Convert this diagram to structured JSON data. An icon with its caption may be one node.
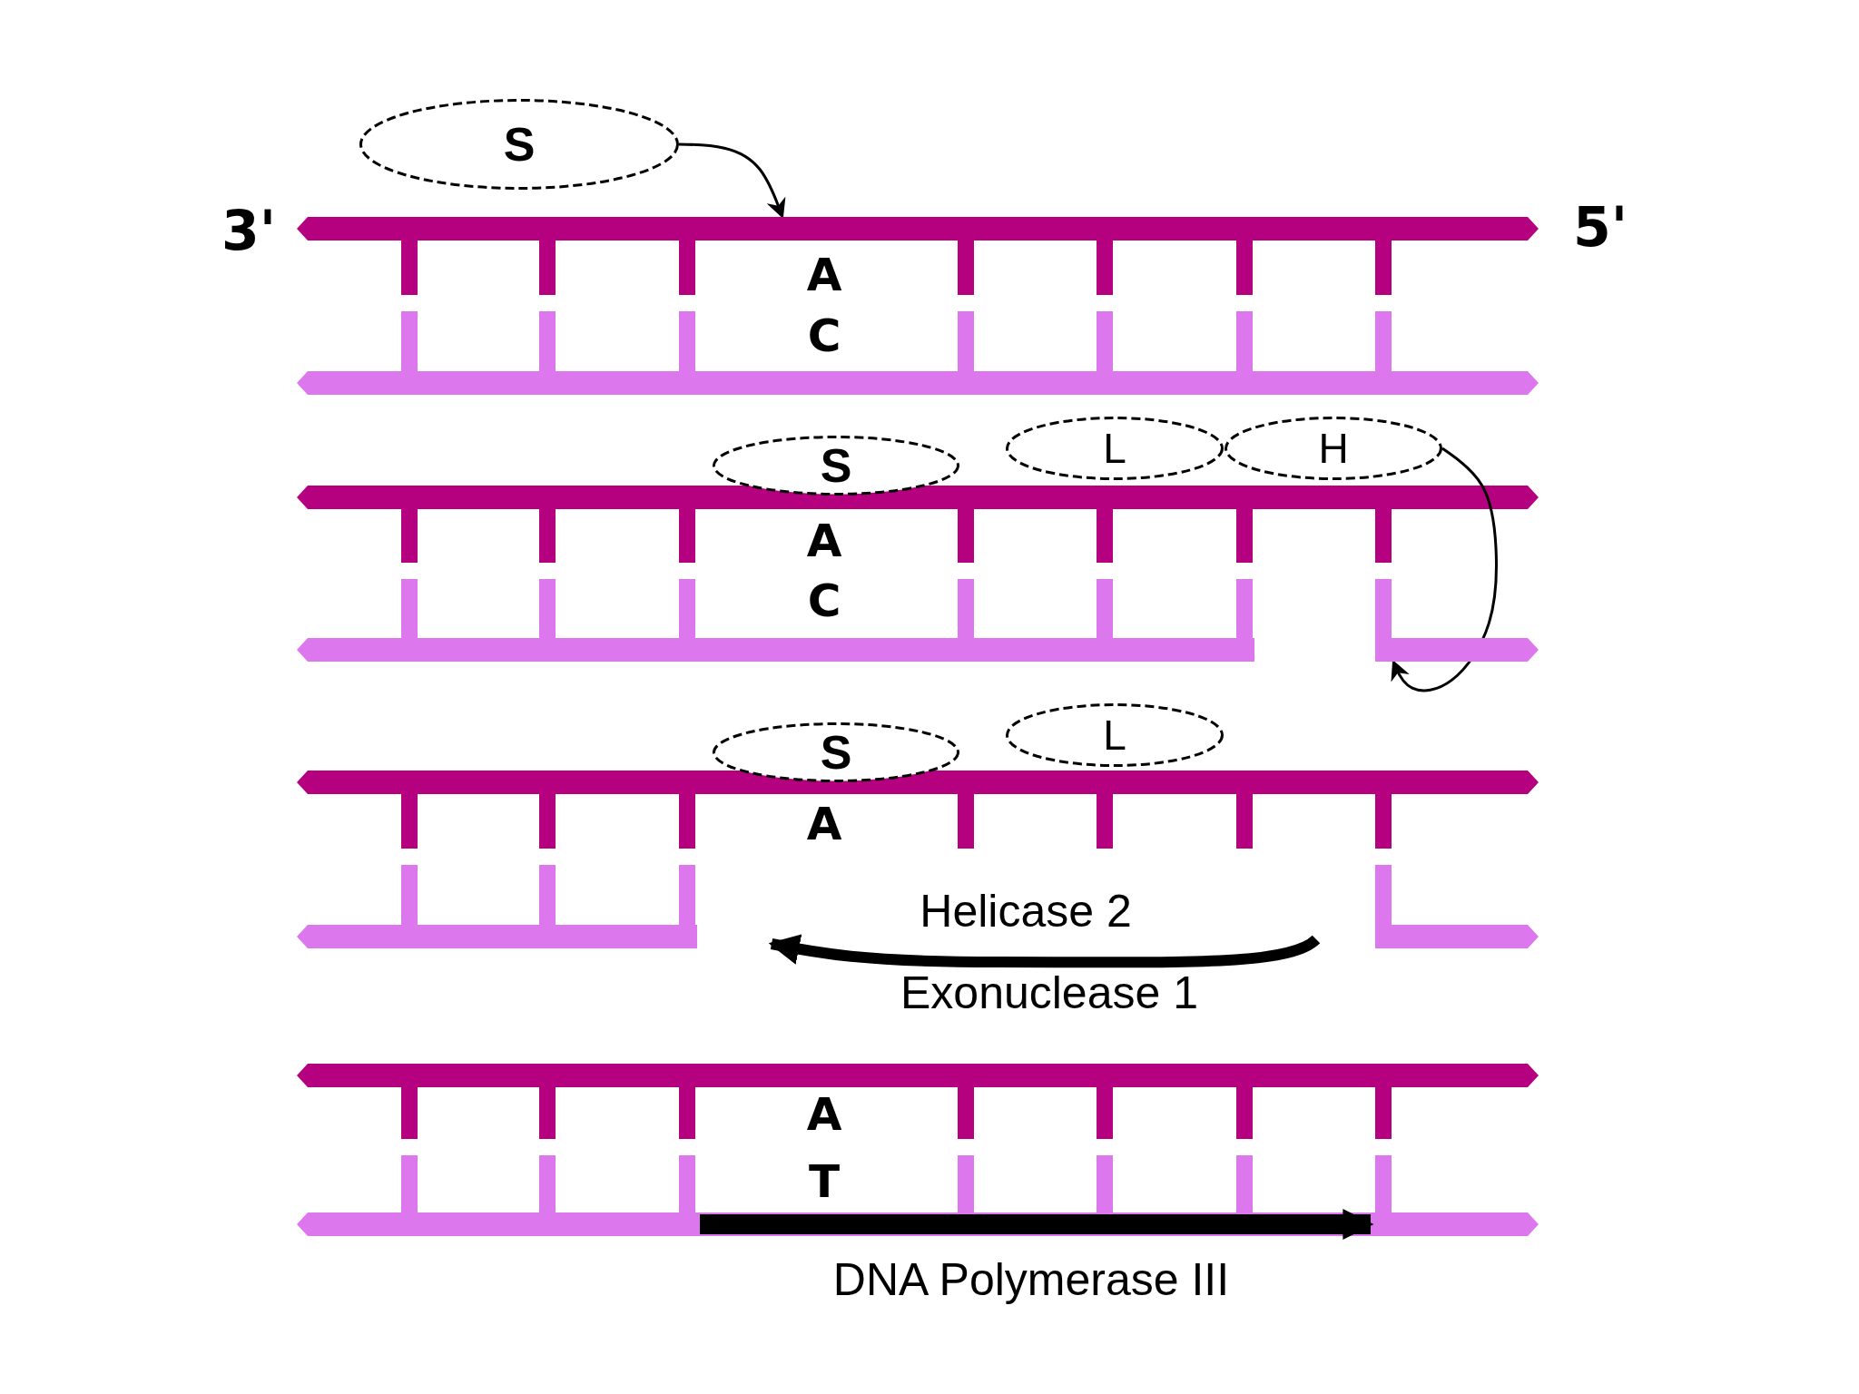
{
  "diagram": {
    "nodes": [
      {
        "text": [
          "S"
        ]
      },
      {
        "text": [
          "S"
        ]
      },
      {
        "text": [
          "L"
        ]
      },
      {
        "text": [
          "H"
        ]
      },
      {
        "text": [
          "S"
        ]
      },
      {
        "text": [
          "L"
        ]
      },
      {
        "text": [],
        "shape": "bar"
      },
      {
        "text": [],
        "shape": "bar"
      }
    ],
    "edges": [
      {
        "from": 0,
        "to": 6,
        "arrow": "to"
      },
      {
        "from": 3,
        "to": 7,
        "arrow": "to"
      }
    ],
    "labels": [
      "3'",
      "5'",
      "A",
      "C",
      "A",
      "C",
      "A",
      "Helicase 2",
      "Exonuclease 1",
      "A",
      "T",
      "DNA Polymerase III"
    ]
  }
}
